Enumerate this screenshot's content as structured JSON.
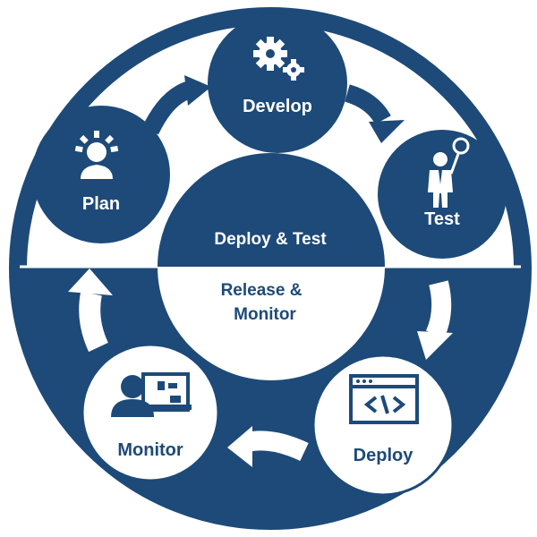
{
  "colors": {
    "primary": "#1d4a78",
    "light": "#ffffff",
    "text_on_primary": "#ffffff",
    "text_on_light": "#1d4a78"
  },
  "center": {
    "top_label": "Deploy & Test",
    "bottom_label_line1": "Release &",
    "bottom_label_line2": "Monitor"
  },
  "stages": {
    "develop": {
      "label": "Develop",
      "icon": "gears-icon"
    },
    "test": {
      "label": "Test",
      "icon": "person-magnifier-icon"
    },
    "plan": {
      "label": "Plan",
      "icon": "person-idea-icon"
    },
    "monitor": {
      "label": "Monitor",
      "icon": "person-screen-icon"
    },
    "deploy": {
      "label": "Deploy",
      "icon": "code-window-icon"
    }
  }
}
